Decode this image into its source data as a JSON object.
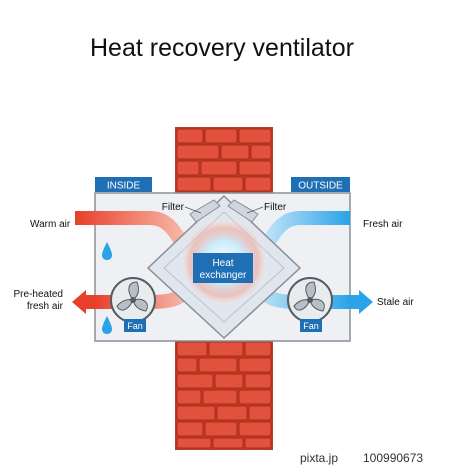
{
  "title": "Heat recovery ventilator",
  "labels": {
    "inside": "INSIDE",
    "outside": "OUTSIDE",
    "filter_left": "Filter",
    "filter_right": "Filter",
    "warm_air": "Warm air",
    "fresh_air": "Fresh air",
    "preheated_line1": "Pre-heated",
    "preheated_line2": "fresh air",
    "stale_air": "Stale air",
    "heat_line1": "Heat",
    "heat_line2": "exchanger",
    "fan_left": "Fan",
    "fan_right": "Fan"
  },
  "footer": {
    "brand": "pixta.jp",
    "id": "100990673"
  },
  "colors": {
    "warm": "#e8402a",
    "cool": "#2aa3e8",
    "label_bg": "#1f6fb5",
    "brick": "#e2513c",
    "brick_dark": "#b83221",
    "housing": "#eef0f3",
    "housing_stroke": "#8a8f96"
  }
}
